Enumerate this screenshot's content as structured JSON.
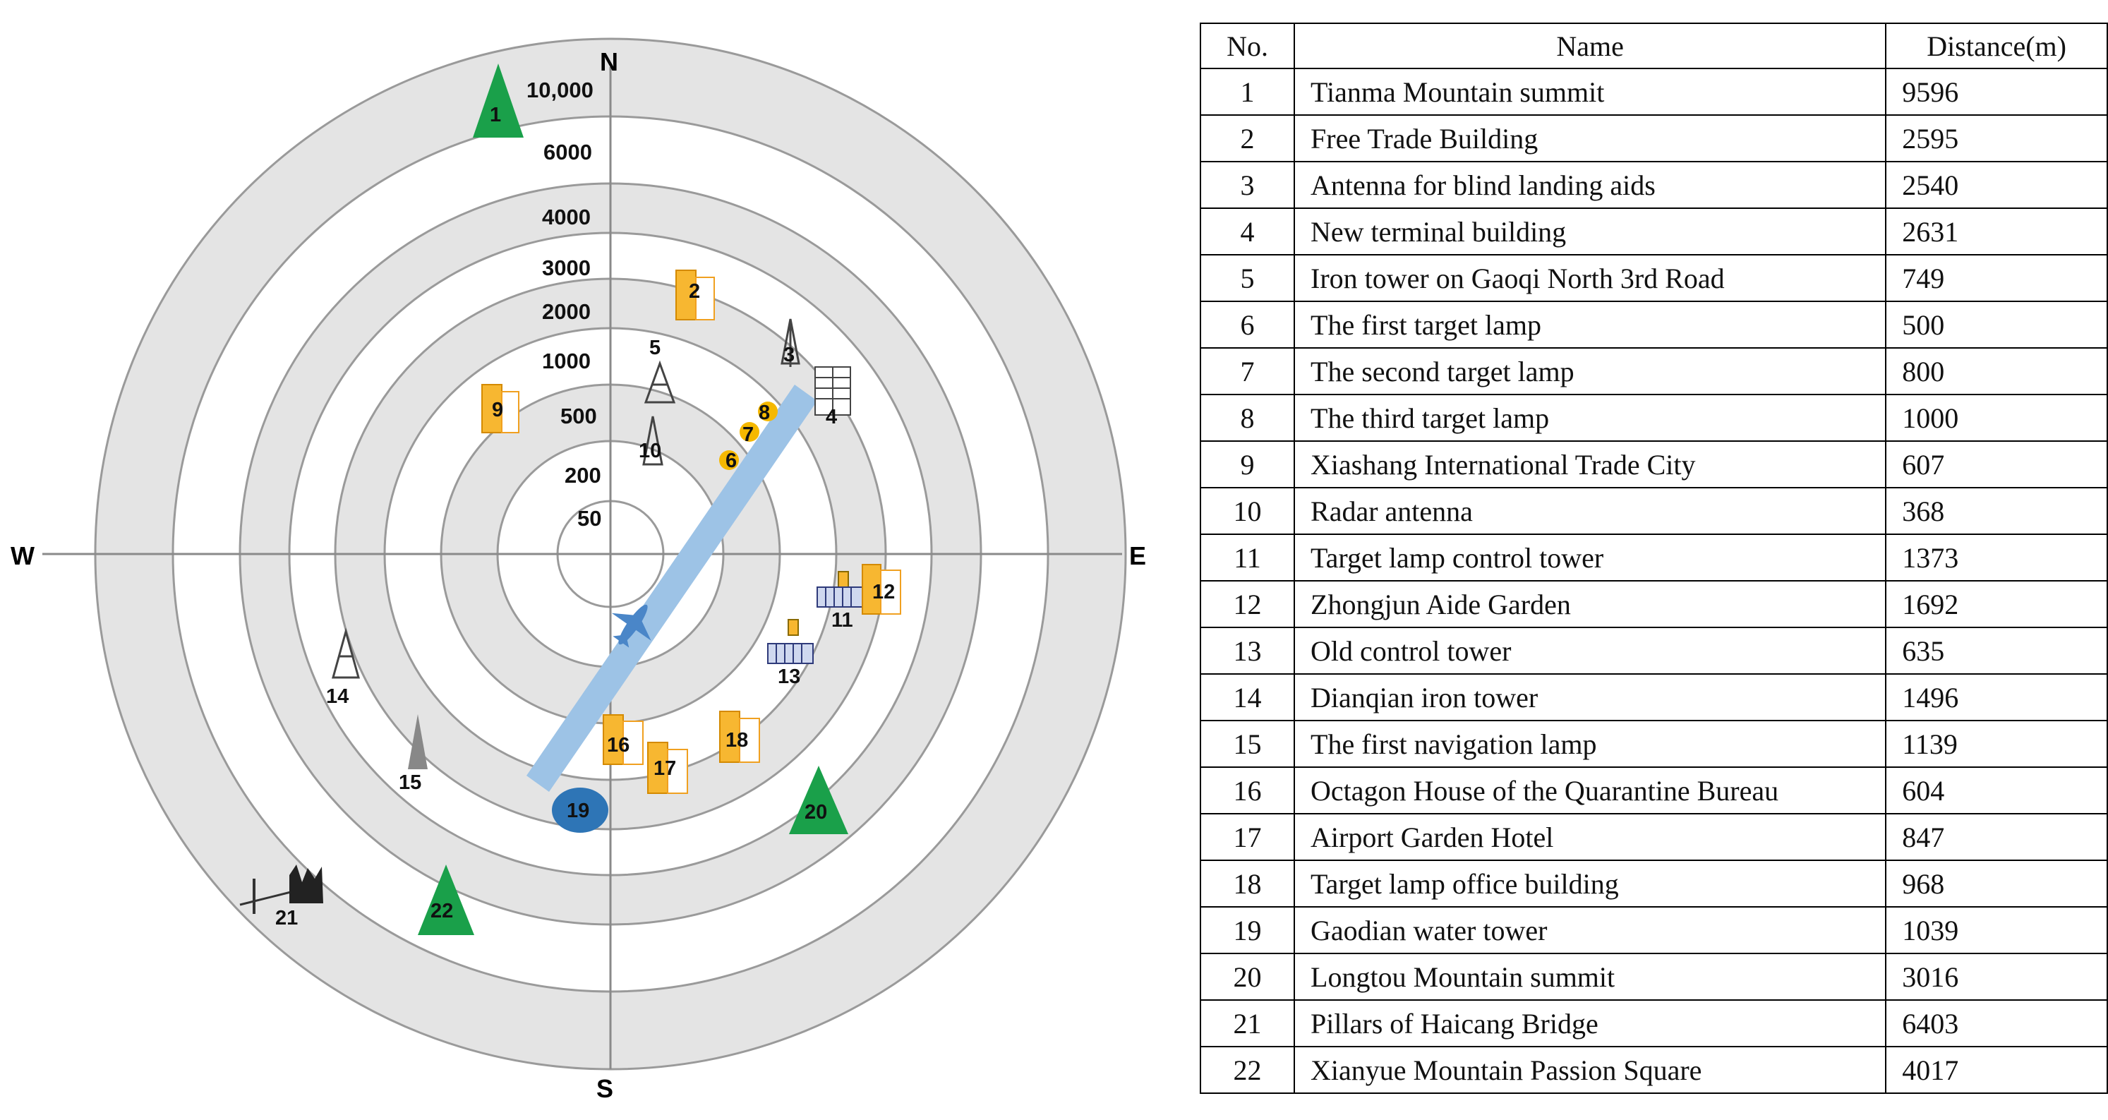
{
  "diagram": {
    "directions": {
      "north": "N",
      "south": "S",
      "east": "E",
      "west": "W"
    },
    "ring_labels": [
      "50",
      "200",
      "500",
      "1000",
      "2000",
      "3000",
      "4000",
      "6000",
      "10,000"
    ],
    "marker_labels": [
      "1",
      "2",
      "3",
      "4",
      "5",
      "6",
      "7",
      "8",
      "9",
      "10",
      "11",
      "12",
      "13",
      "14",
      "15",
      "16",
      "17",
      "18",
      "19",
      "20",
      "21",
      "22"
    ],
    "colors": {
      "band_gray": "#e4e4e4",
      "runway": "#9dc3e6",
      "mountain": "#1aa04a",
      "building": "#f7b731",
      "lamp": "#f5b800",
      "tower": "#2e75b6"
    }
  },
  "table": {
    "headers": [
      "No.",
      "Name",
      "Distance(m)"
    ],
    "rows": [
      [
        "1",
        "Tianma Mountain summit",
        "9596"
      ],
      [
        "2",
        "Free Trade Building",
        "2595"
      ],
      [
        "3",
        "Antenna for blind landing aids",
        "2540"
      ],
      [
        "4",
        "New terminal building",
        "2631"
      ],
      [
        "5",
        "Iron tower on Gaoqi North 3rd Road",
        "749"
      ],
      [
        "6",
        "The first target lamp",
        "500"
      ],
      [
        "7",
        "The second target lamp",
        "800"
      ],
      [
        "8",
        "The third target lamp",
        "1000"
      ],
      [
        "9",
        "Xiashang International Trade City",
        "607"
      ],
      [
        "10",
        "Radar antenna",
        "368"
      ],
      [
        "11",
        "Target lamp control tower",
        "1373"
      ],
      [
        "12",
        "Zhongjun Aide Garden",
        "1692"
      ],
      [
        "13",
        "Old control tower",
        "635"
      ],
      [
        "14",
        "Dianqian iron tower",
        "1496"
      ],
      [
        "15",
        "The first navigation lamp",
        "1139"
      ],
      [
        "16",
        "Octagon House of the Quarantine Bureau",
        "604"
      ],
      [
        "17",
        "Airport Garden Hotel",
        "847"
      ],
      [
        "18",
        "Target lamp office building",
        "968"
      ],
      [
        "19",
        "Gaodian water tower",
        "1039"
      ],
      [
        "20",
        "Longtou Mountain summit",
        "3016"
      ],
      [
        "21",
        "Pillars of Haicang Bridge",
        "6403"
      ],
      [
        "22",
        "Xianyue Mountain Passion Square",
        "4017"
      ]
    ]
  }
}
